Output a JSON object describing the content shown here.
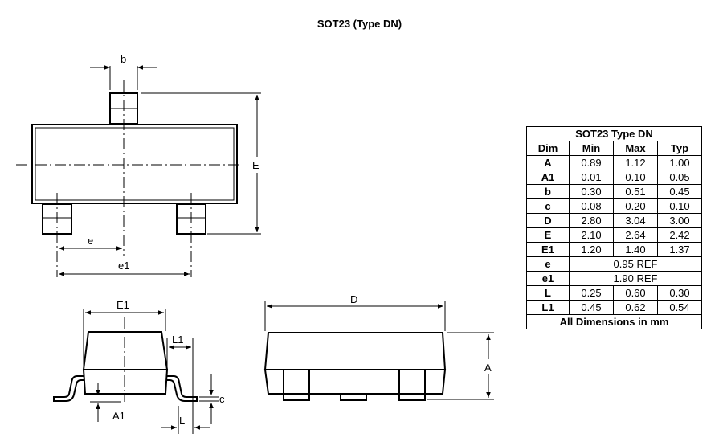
{
  "title": "SOT23 (Type DN)",
  "top_view": {
    "label_b": "b",
    "label_E": "E",
    "label_e": "e",
    "label_e1": "e1"
  },
  "side_view": {
    "label_E1": "E1",
    "label_L1": "L1",
    "label_A1": "A1",
    "label_L": "L",
    "label_c": "c"
  },
  "front_view": {
    "label_D": "D",
    "label_A": "A"
  },
  "table": {
    "caption": "SOT23 Type DN",
    "headers": [
      "Dim",
      "Min",
      "Max",
      "Typ"
    ],
    "rows": [
      {
        "dim": "A",
        "min": "0.89",
        "max": "1.12",
        "typ": "1.00"
      },
      {
        "dim": "A1",
        "min": "0.01",
        "max": "0.10",
        "typ": "0.05"
      },
      {
        "dim": "b",
        "min": "0.30",
        "max": "0.51",
        "typ": "0.45"
      },
      {
        "dim": "c",
        "min": "0.08",
        "max": "0.20",
        "typ": "0.10"
      },
      {
        "dim": "D",
        "min": "2.80",
        "max": "3.04",
        "typ": "3.00"
      },
      {
        "dim": "E",
        "min": "2.10",
        "max": "2.64",
        "typ": "2.42"
      },
      {
        "dim": "E1",
        "min": "1.20",
        "max": "1.40",
        "typ": "1.37"
      },
      {
        "dim": "e",
        "ref": "0.95 REF"
      },
      {
        "dim": "e1",
        "ref": "1.90 REF"
      },
      {
        "dim": "L",
        "min": "0.25",
        "max": "0.60",
        "typ": "0.30"
      },
      {
        "dim": "L1",
        "min": "0.45",
        "max": "0.62",
        "typ": "0.54"
      }
    ],
    "footer": "All Dimensions in mm"
  }
}
